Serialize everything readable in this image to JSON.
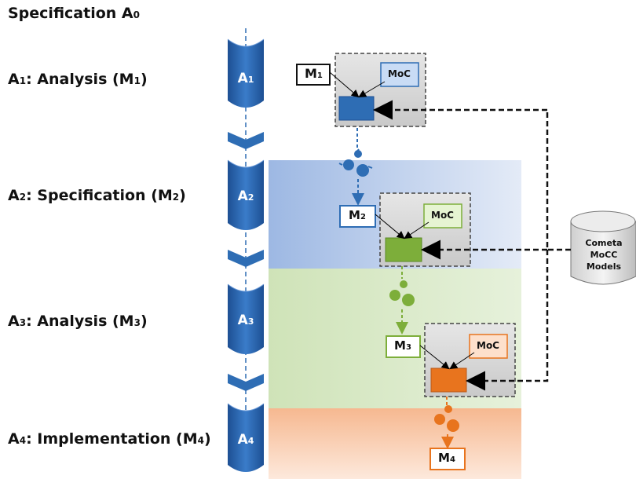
{
  "title": {
    "main": "Specification A",
    "sub": "0"
  },
  "activities": [
    {
      "id": "a1",
      "prefix": "A",
      "sub": "1",
      "name": ": Analysis (M",
      "msub": "1",
      "close": ")"
    },
    {
      "id": "a2",
      "prefix": "A",
      "sub": "2",
      "name": ": Specification (M",
      "msub": "2",
      "close": ")"
    },
    {
      "id": "a3",
      "prefix": "A",
      "sub": "3",
      "name": ": Analysis (M",
      "msub": "3",
      "close": ")"
    },
    {
      "id": "a4",
      "prefix": "A",
      "sub": "4",
      "name": ": Implementation (M",
      "msub": "4",
      "close": ")"
    }
  ],
  "cylinders": [
    {
      "label": "A",
      "sub": "1"
    },
    {
      "label": "A",
      "sub": "2"
    },
    {
      "label": "A",
      "sub": "3"
    },
    {
      "label": "A",
      "sub": "4"
    }
  ],
  "models": [
    {
      "label": "M",
      "sub": "1"
    },
    {
      "label": "M",
      "sub": "2"
    },
    {
      "label": "M",
      "sub": "3"
    },
    {
      "label": "M",
      "sub": "4"
    }
  ],
  "moc_label": "MoC",
  "database": {
    "line1": "Cometa",
    "line2": "MoCC",
    "line3": "Models"
  },
  "colors": {
    "blue": "#2e6db4",
    "green": "#7dae3a",
    "orange": "#e8741e",
    "band_blue": "#a9c1e6",
    "band_green": "#d6e8c4",
    "band_orange": "#f8c6a3"
  }
}
